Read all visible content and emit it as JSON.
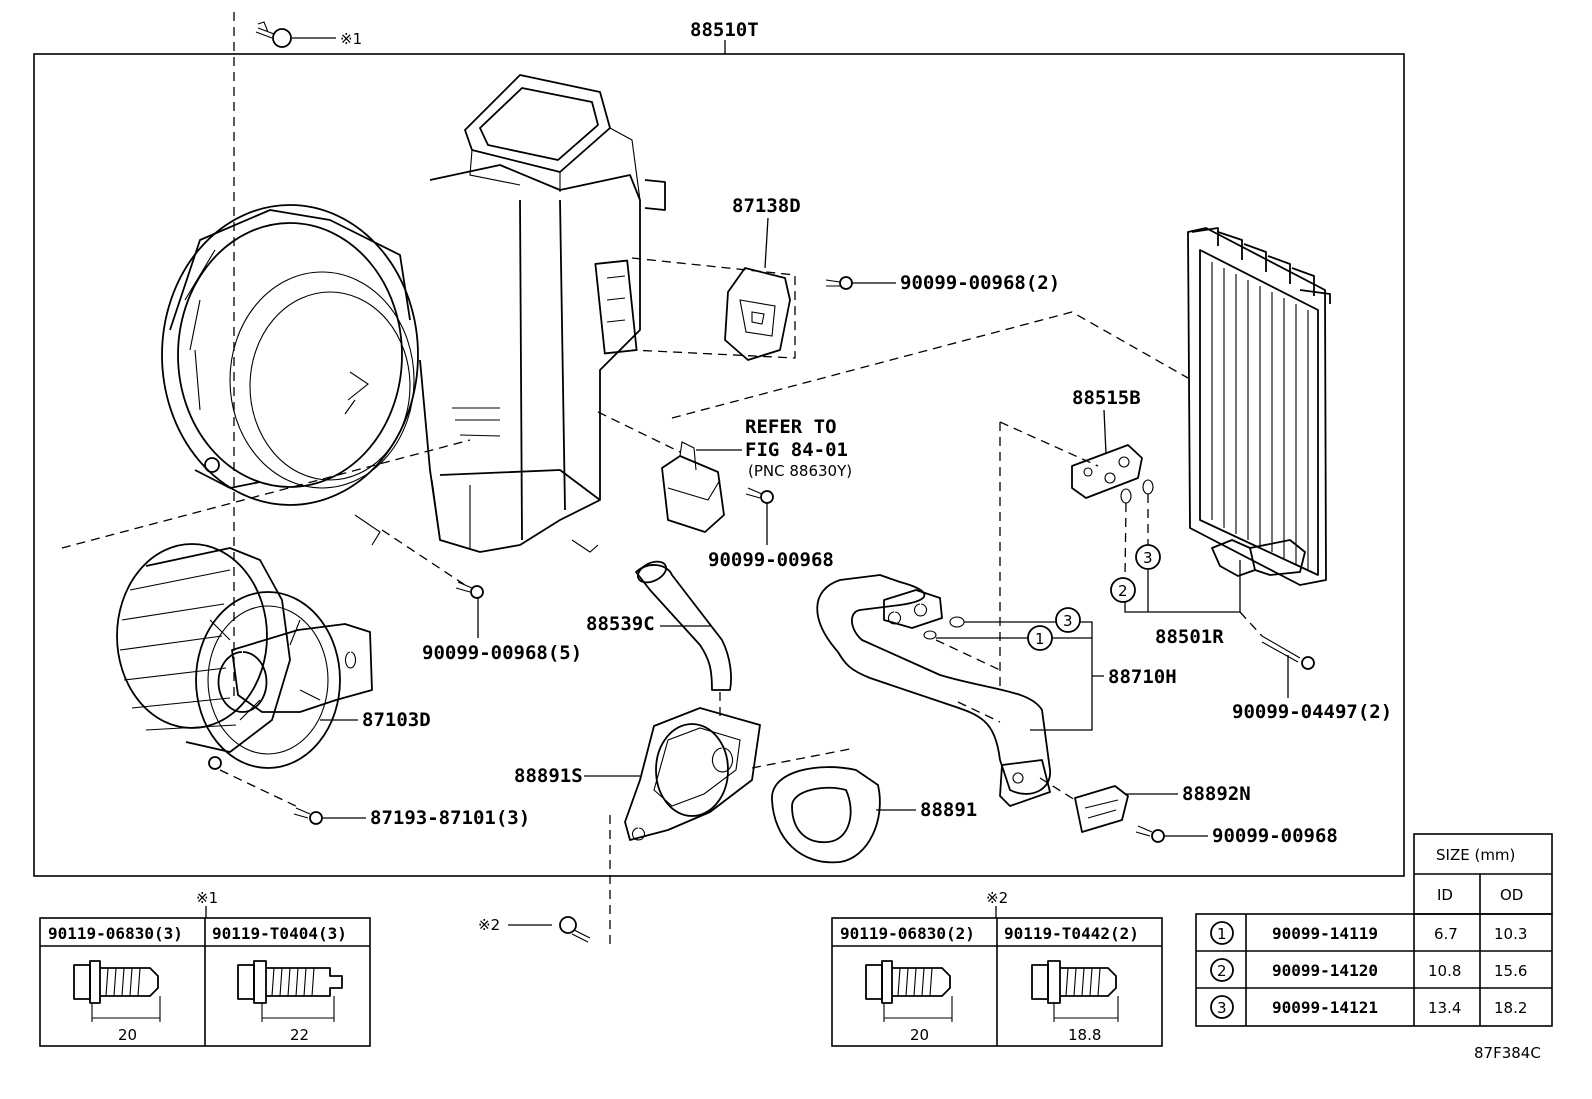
{
  "assembly": {
    "label": "88510T"
  },
  "callouts": {
    "p87138d": "87138D",
    "p90099_00968_2": "90099-00968(2)",
    "refer_line1": "REFER TO",
    "refer_line2": "FIG 84-01",
    "refer_line3": "(PNC 88630Y)",
    "p90099_00968_a": "90099-00968",
    "p88515b": "88515B",
    "p88539c": "88539C",
    "p90099_00968_5": "90099-00968(5)",
    "p87103d": "87103D",
    "p87193_87101_3": "87193-87101(3)",
    "p88891s": "88891S",
    "p88891": "88891",
    "p88710h": "88710H",
    "p88501r": "88501R",
    "p90099_04497_2": "90099-04497(2)",
    "p88892n": "88892N",
    "p90099_00968_b": "90099-00968"
  },
  "marks": {
    "ref1": "※1",
    "ref2": "※2",
    "circ1": "1",
    "circ2": "2",
    "circ3": "3"
  },
  "bolt_table_1": {
    "mark": "※1",
    "cols": [
      {
        "part": "90119-06830(3)",
        "length": "20"
      },
      {
        "part": "90119-T0404(3)",
        "length": "22"
      }
    ]
  },
  "bolt_table_2": {
    "mark": "※2",
    "cols": [
      {
        "part": "90119-06830(2)",
        "length": "20"
      },
      {
        "part": "90119-T0442(2)",
        "length": "18.8"
      }
    ]
  },
  "oring_table": {
    "header": "SIZE (mm)",
    "id_label": "ID",
    "od_label": "OD",
    "rows": [
      {
        "no": "1",
        "part": "90099-14119",
        "id": "6.7",
        "od": "10.3"
      },
      {
        "no": "2",
        "part": "90099-14120",
        "id": "10.8",
        "od": "15.6"
      },
      {
        "no": "3",
        "part": "90099-14121",
        "id": "13.4",
        "od": "18.2"
      }
    ]
  },
  "figure_code": "87F384C"
}
